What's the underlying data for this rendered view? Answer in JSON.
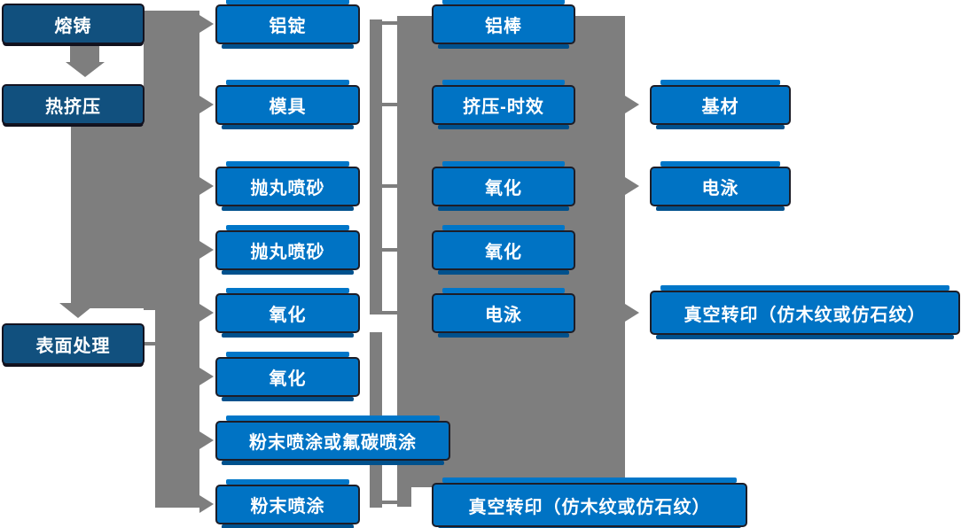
{
  "diagram": {
    "type": "flowchart",
    "language": "zh-CN",
    "left_stages": [
      {
        "id": "melting-casting",
        "label": "熔铸"
      },
      {
        "id": "hot-extrusion",
        "label": "热挤压"
      },
      {
        "id": "surface-treatment",
        "label": "表面处理"
      }
    ],
    "column2": [
      "铝锭",
      "模具",
      "抛丸喷砂",
      "抛丸喷砂",
      "氧化",
      "氧化",
      "粉末喷涂或氟碳喷涂",
      "粉末喷涂"
    ],
    "column3": [
      "铝棒",
      "挤压-时效",
      "氧化",
      "氧化",
      "电泳",
      "真空转印（仿木纹或仿石纹）"
    ],
    "column4": [
      "基材",
      "电泳",
      "真空转印（仿木纹或仿石纹）"
    ],
    "colors": {
      "process_box_fill": "#0073C4",
      "stage_box_fill": "#11507E",
      "box_border": "#1D1D27",
      "connector_gray": "#7E7E7E",
      "text": "#FFFFFF",
      "background": "#FFFFFF"
    }
  }
}
